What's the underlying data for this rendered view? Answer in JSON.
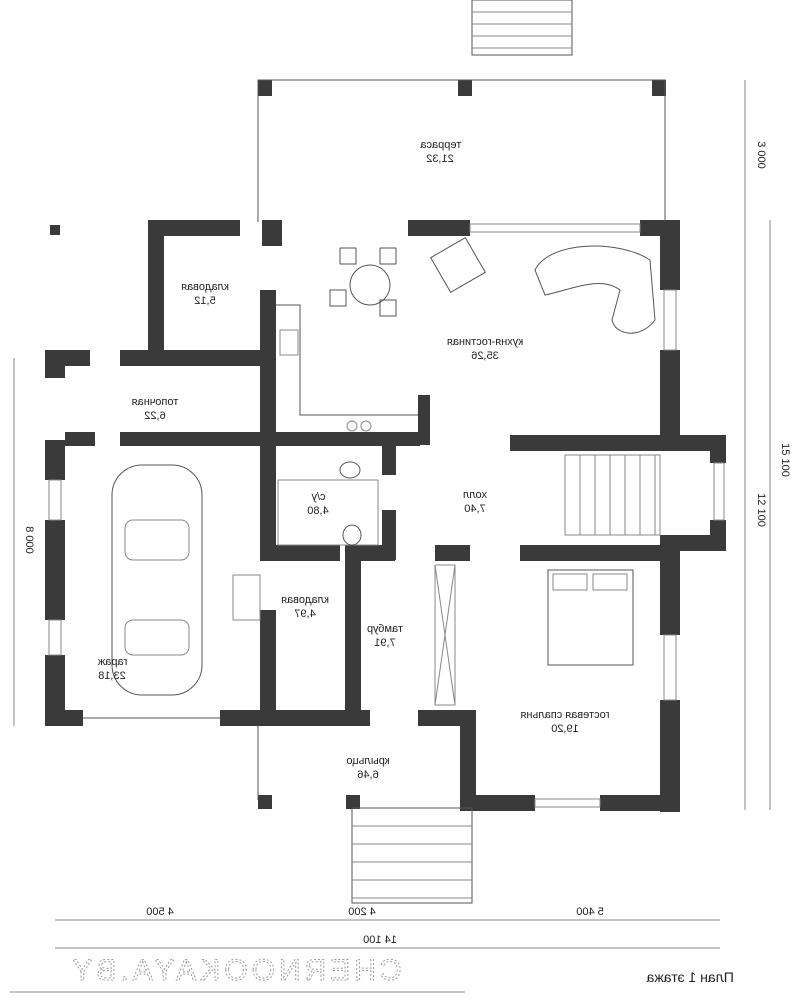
{
  "plan_title": "План 1 этажа",
  "watermark": "CHERNOOKAYA.BY",
  "rooms": [
    {
      "name": "терраса",
      "area": "21,32"
    },
    {
      "name": "кладовая",
      "area": "5,12"
    },
    {
      "name": "кухня-гостиная",
      "area": "35,26"
    },
    {
      "name": "топочная",
      "area": "6,22"
    },
    {
      "name": "с/у",
      "area": "4,80"
    },
    {
      "name": "холл",
      "area": "7,40"
    },
    {
      "name": "кладовая",
      "area": "4,97"
    },
    {
      "name": "тамбур",
      "area": "7,91"
    },
    {
      "name": "гараж",
      "area": "23,18"
    },
    {
      "name": "гостевая спальня",
      "area": "19,20"
    },
    {
      "name": "крыльцо",
      "area": "6,46"
    }
  ],
  "dimensions": {
    "right": [
      "3 000",
      "12 100",
      "15 100"
    ],
    "left": [
      "8 000"
    ],
    "bottom": [
      "4 500",
      "4 200",
      "5 400"
    ],
    "total": "14 100"
  }
}
